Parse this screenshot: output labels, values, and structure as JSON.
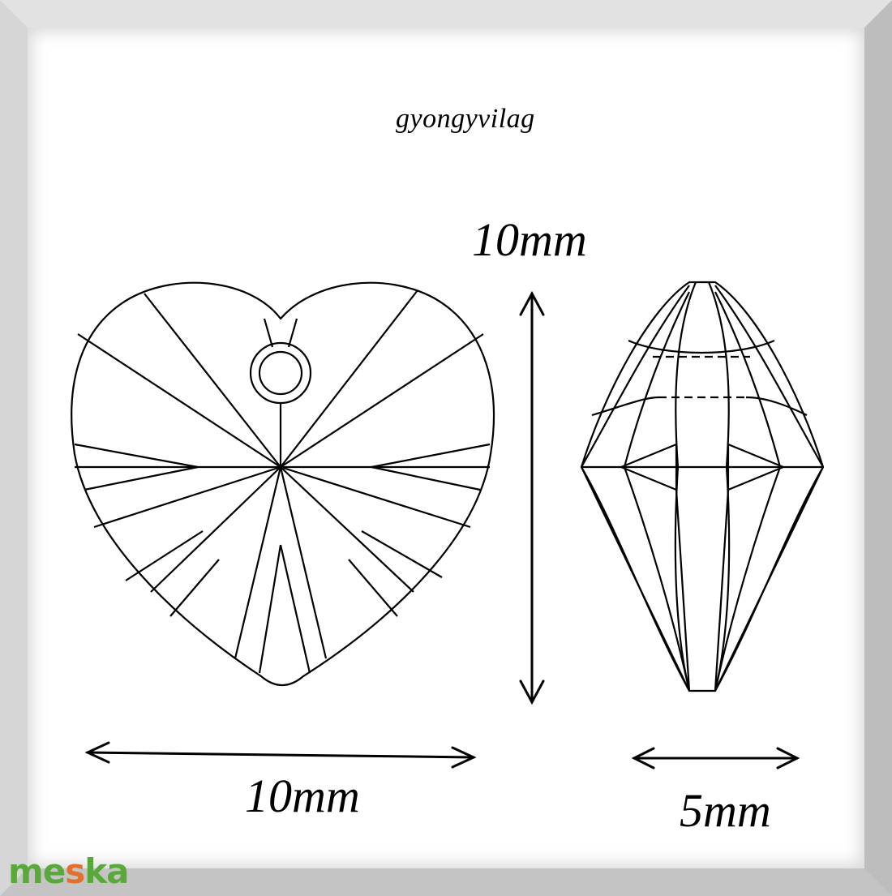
{
  "watermark": "gyongyvilag",
  "dimensions": {
    "height": "10mm",
    "width": "10mm",
    "depth": "5mm"
  },
  "logo": {
    "part1": "me",
    "part2": "s",
    "part3": "ka"
  },
  "icons": [
    "heart-front-view-icon",
    "heart-side-view-icon",
    "double-arrow-icon"
  ]
}
